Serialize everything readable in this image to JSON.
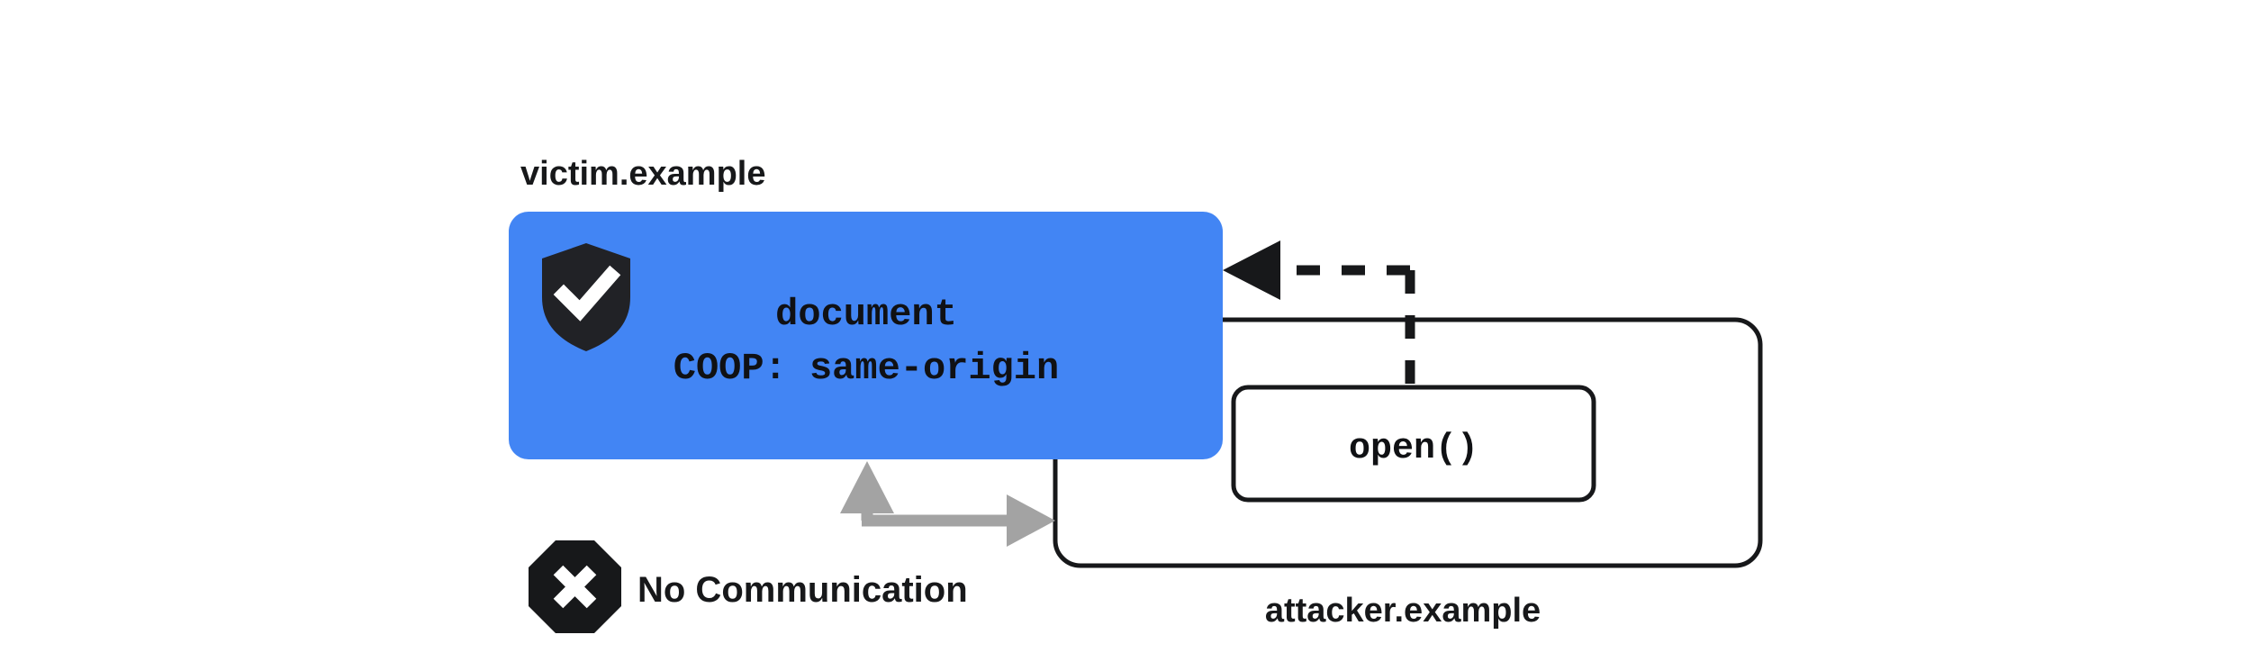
{
  "diagram": {
    "title_victim": "victim.example",
    "title_attacker": "attacker.example",
    "victim_box": {
      "line1": "document",
      "line2": "COOP: same-origin",
      "fill_color": "#4285F4",
      "shield_icon": "shield-check-icon"
    },
    "attacker_frame": {
      "call_box_label": "open()",
      "border_color": "#17181A"
    },
    "annotations": {
      "no_communication_label": "No Communication",
      "no_communication_icon": "octagon-x-icon",
      "blocked_arrow_color": "#A3A3A3",
      "open_arrow_icon": "dashed-arrow-left-icon"
    }
  }
}
